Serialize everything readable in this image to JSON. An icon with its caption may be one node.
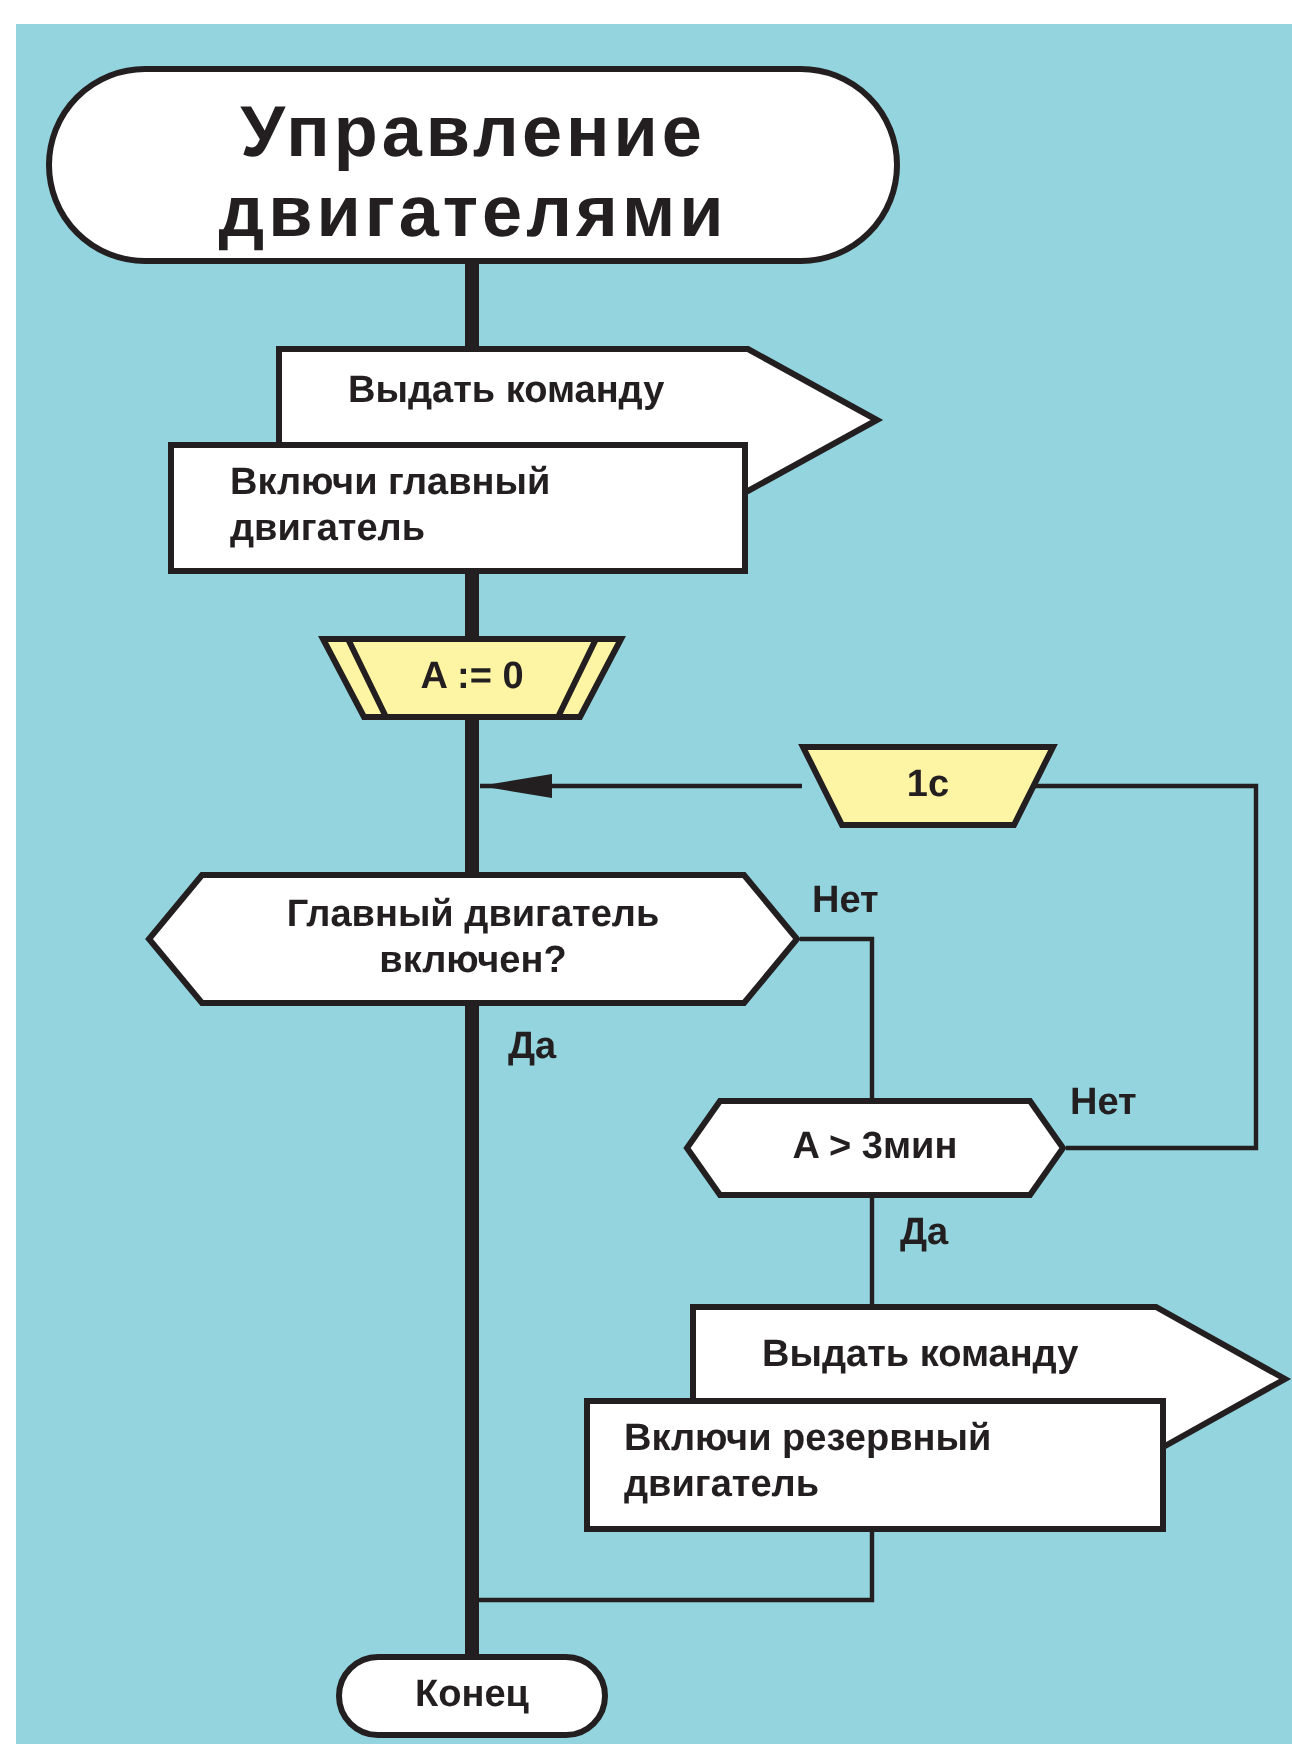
{
  "diagram": {
    "nodes": [
      {
        "text": [
          "Управление двигателями"
        ]
      },
      {
        "text": [
          "Выдать команду"
        ]
      },
      {
        "text": [
          "Включи главный двигатель"
        ]
      },
      {
        "text": [
          "A := 0"
        ]
      },
      {
        "text": [
          "1с"
        ]
      },
      {
        "text": [
          "Главный двигатель включен?"
        ]
      },
      {
        "text": [
          "A > 3мин"
        ]
      },
      {
        "text": [
          "Выдать команду"
        ]
      },
      {
        "text": [
          "Включи резервный двигатель"
        ]
      },
      {
        "text": [
          "Конец"
        ]
      }
    ],
    "edges": [
      {
        "from": 0,
        "to": 1,
        "arrow": "none",
        "style": "thick"
      },
      {
        "from": 2,
        "to": 3,
        "arrow": "none",
        "style": "thick"
      },
      {
        "from": 3,
        "to": 5,
        "arrow": "none",
        "style": "thick"
      },
      {
        "from": 4,
        "to": null,
        "arrow": "to"
      },
      {
        "from": 5,
        "to": 9,
        "arrow": "none",
        "style": "thick",
        "label": "Да"
      },
      {
        "from": 5,
        "to": 6,
        "arrow": "none",
        "label": "Нет"
      },
      {
        "from": 6,
        "to": 7,
        "arrow": "none",
        "label": "Да"
      },
      {
        "from": 6,
        "to": 4,
        "arrow": "none",
        "label": "Нет"
      },
      {
        "from": 8,
        "to": 9,
        "arrow": "none"
      }
    ]
  }
}
